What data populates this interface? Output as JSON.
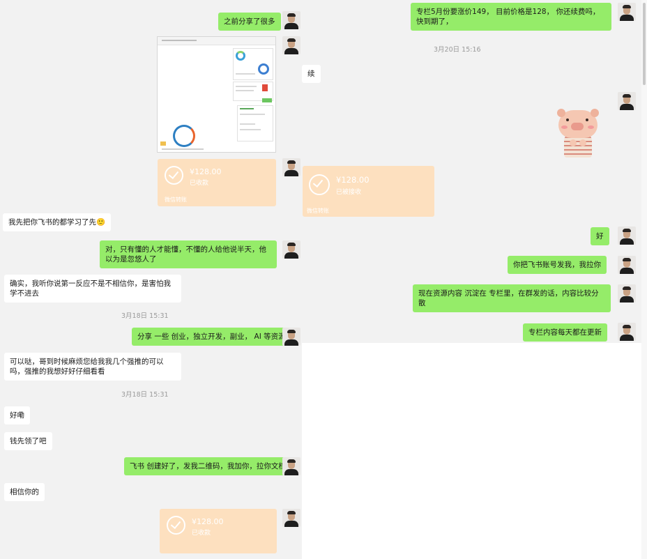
{
  "left_chat": {
    "msg_intro": "之前分享了很多",
    "transfer_1": {
      "amount": "¥128.00",
      "status": "已收款",
      "footer": "微信转账"
    },
    "msg_learn": "我先把你飞书的都学习了先",
    "msg_smile_emoji": "🙂",
    "msg_reply_1": "对，只有懂的人才能懂，不懂的人给他说半天，他以为是忽悠人了",
    "msg_reply_2": "确实，我听你说第一反应不是不相信你，是害怕我学不进去",
    "time_1": "3月18日 15:31",
    "msg_share": "分享 一些 创业，独立开发，副业， AI 等资源",
    "msg_request": "可以哒，哥到时候麻烦您给我我几个强推的可以吗，强推的我想好好仔细看看",
    "time_2": "3月18日 15:31",
    "msg_ok": "好嘞",
    "msg_money": "钱先领了吧",
    "msg_feishu": "飞书 创建好了，发我二维码，我加你，拉你文档",
    "msg_trust": "相信你的",
    "transfer_2": {
      "amount": "¥128.00",
      "status": "已收款"
    }
  },
  "right_chat": {
    "msg_price": "专栏5月份要涨价149， 目前价格是128， 你还续费吗，快到期了，",
    "time_1": "3月20日 15:16",
    "msg_renew": "续",
    "transfer": {
      "amount": "¥128.00",
      "status": "已被接收",
      "footer": "微信转账"
    },
    "msg_good": "好",
    "msg_account": "你把飞书账号发我，我拉你",
    "msg_resources": "现在资源内容 沉淀在 专栏里，在群发的话，内容比较分散",
    "msg_update": "专栏内容每天都在更新"
  },
  "colors": {
    "my_bubble": "#95ec69",
    "other_bubble": "#ffffff",
    "chat_background": "#f2f2f2",
    "transfer_card": "#fde0bf"
  },
  "icons": [
    "avatar",
    "check-circle-icon",
    "pig-sticker",
    "screenshot-thumbnail"
  ]
}
